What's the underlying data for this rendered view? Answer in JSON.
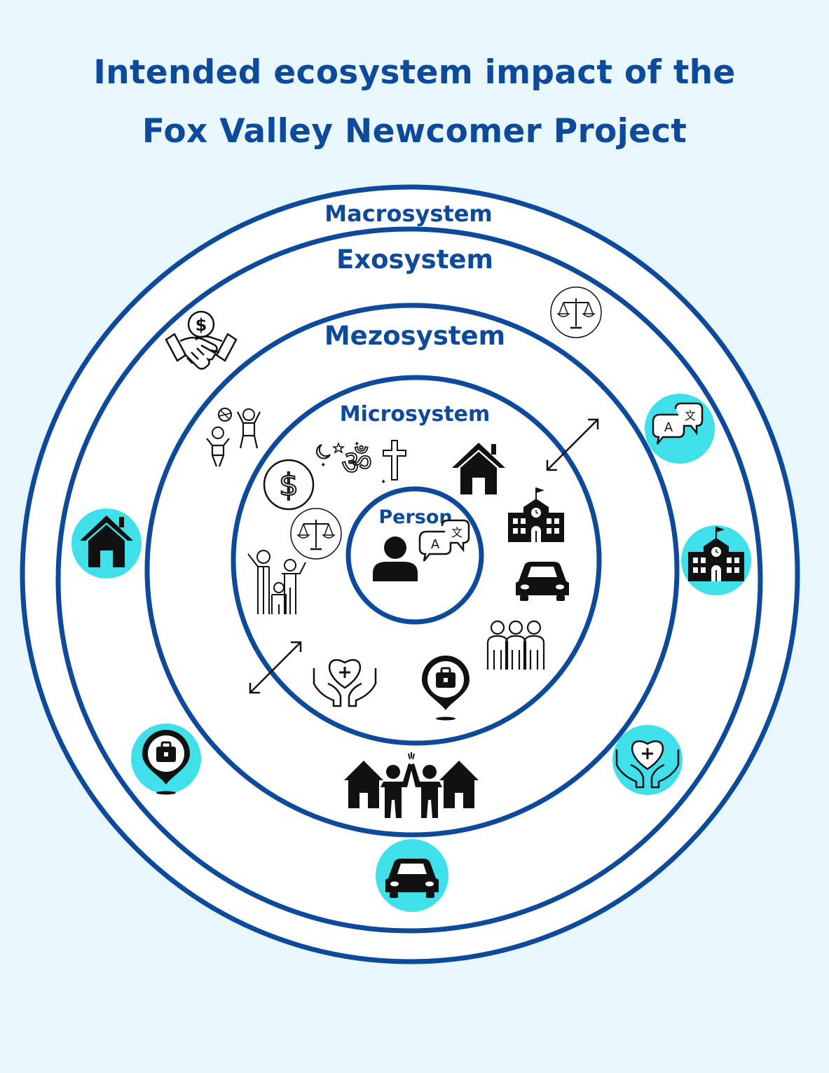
{
  "title": {
    "line1": "Intended ecosystem impact of the",
    "line2": "Fox Valley Newcomer Project"
  },
  "rings": {
    "macro": "Macrosystem",
    "exo": "Exosystem",
    "mezo": "Mezosystem",
    "micro": "Microsystem",
    "person": "Person"
  },
  "translate_glyphs": {
    "latin": "A",
    "cjk": "文"
  },
  "icons": {
    "person_center": [
      "person-icon",
      "translation-icon"
    ],
    "microsystem": [
      "religion-icon",
      "house-icon",
      "school-icon",
      "car-icon",
      "friends-icon",
      "job-location-icon",
      "healthcare-icon",
      "family-icon",
      "justice-scale-icon",
      "money-icon"
    ],
    "mezosystem": [
      "playing-children-icon",
      "neighbors-high-five-icon",
      "double-arrow-icon"
    ],
    "exosystem": [
      "finance-handshake-icon",
      "justice-scale-icon",
      "translation-icon",
      "school-icon",
      "healthcare-icon",
      "car-icon",
      "job-location-icon",
      "house-icon"
    ]
  },
  "colors": {
    "background": "#e8f7fd",
    "ring": "#0d4a9b",
    "title": "#0d4a9b",
    "highlight": "#3fe0ea",
    "icon": "#111111"
  }
}
